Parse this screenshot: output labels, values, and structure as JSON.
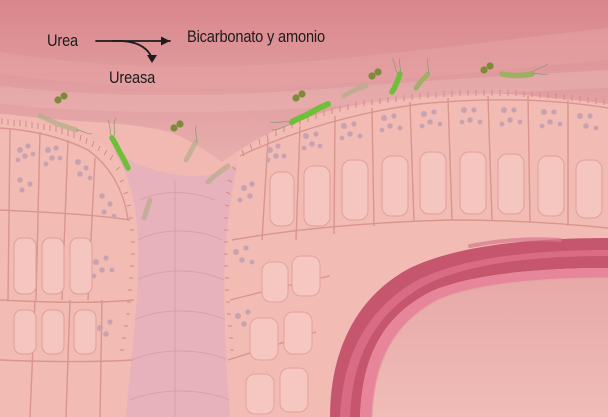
{
  "reaction": {
    "substrate": "Urea",
    "products": "Bicarbonato y amonio",
    "enzyme": "Ureasa"
  },
  "colors": {
    "mucus": "#d98f93",
    "tissue": "#f0b7b0",
    "bacteria": "#6fbf3a",
    "nuclei": "#c3a2b0"
  },
  "icons": [
    "reaction-arrow-icon",
    "bacterium-icon",
    "coccus-icon"
  ]
}
